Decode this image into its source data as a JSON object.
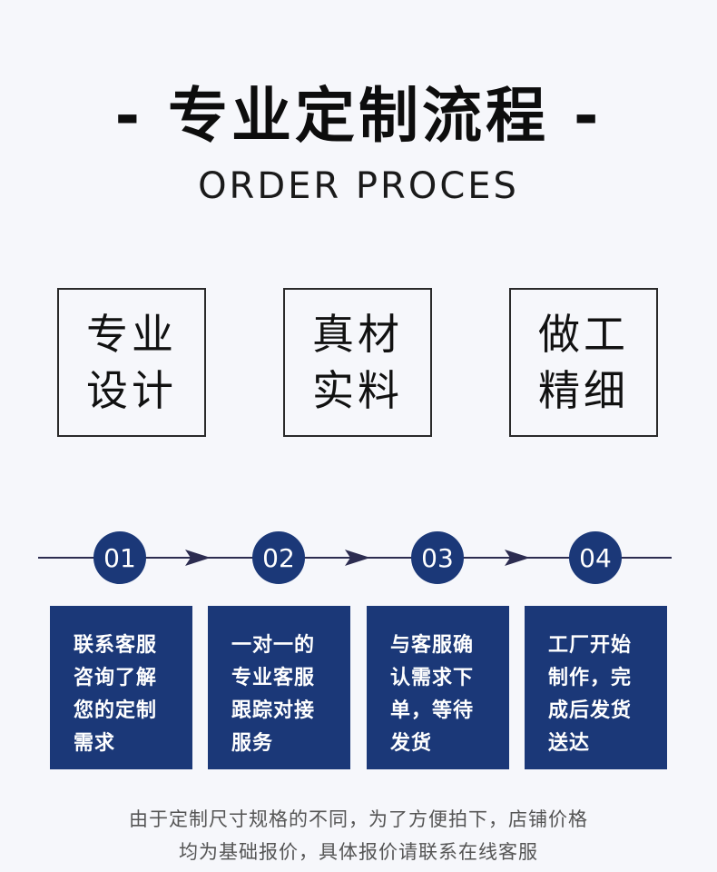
{
  "header": {
    "title": "- 专业定制流程 -",
    "subtitle": "ORDER PROCES"
  },
  "features": [
    {
      "line1": "专业",
      "line2": "设计"
    },
    {
      "line1": "真材",
      "line2": "实料"
    },
    {
      "line1": "做工",
      "line2": "精细"
    }
  ],
  "steps": [
    {
      "number": "01",
      "lines": [
        "联系客服",
        "咨询了解",
        "您的定制",
        "需求"
      ]
    },
    {
      "number": "02",
      "lines": [
        "一对一的",
        "专业客服",
        "跟踪对接",
        "服务"
      ]
    },
    {
      "number": "03",
      "lines": [
        "与客服确",
        "认需求下",
        "单，等待",
        "发货"
      ]
    },
    {
      "number": "04",
      "lines": [
        "工厂开始",
        "制作，完",
        "成后发货",
        "送达"
      ]
    }
  ],
  "footer": {
    "line1": "由于定制尺寸规格的不同，为了方便拍下，店铺价格",
    "line2": "均为基础报价，具体报价请联系在线客服"
  },
  "colors": {
    "accent": "#1b3878",
    "line": "#2c2c50",
    "background": "#f6f7fb"
  }
}
